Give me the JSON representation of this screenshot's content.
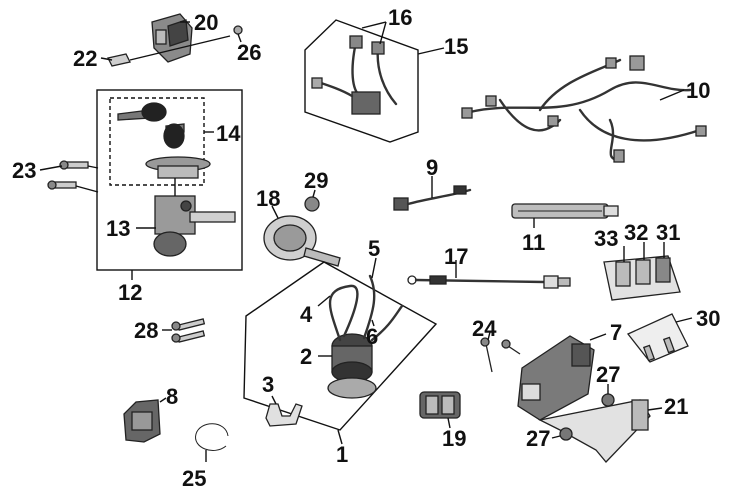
{
  "callouts": {
    "c1": "1",
    "c2": "2",
    "c3": "3",
    "c4": "4",
    "c5": "5",
    "c6": "6",
    "c7": "7",
    "c8": "8",
    "c9": "9",
    "c10": "10",
    "c11": "11",
    "c12": "12",
    "c13": "13",
    "c14": "14",
    "c15": "15",
    "c16": "16",
    "c17": "17",
    "c18": "18",
    "c19": "19",
    "c20": "20",
    "c21": "21",
    "c22": "22",
    "c23": "23",
    "c24": "24",
    "c25": "25",
    "c26": "26",
    "c27a": "27",
    "c27b": "27",
    "c28": "28",
    "c29": "29",
    "c30": "30",
    "c31": "31",
    "c32": "32",
    "c33": "33"
  },
  "colors": {
    "ink": "#111111",
    "part_fill": "#d9d9d9",
    "dark_fill": "#555555",
    "background": "#ffffff"
  }
}
